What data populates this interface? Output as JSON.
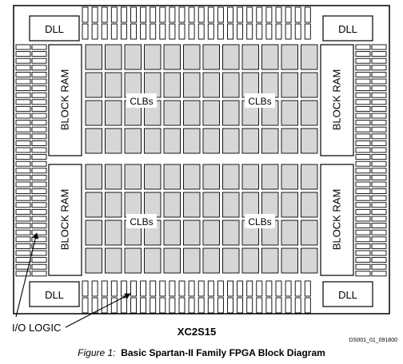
{
  "diagram": {
    "dll_label": "DLL",
    "block_ram_label": "BLOCK RAM",
    "clb_label": "CLBs",
    "io_logic_label": "I/O LOGIC",
    "device_label": "XC2S15",
    "doc_code": "DS001_01_091800"
  },
  "caption": {
    "figure_label": "Figure 1:",
    "title": "Basic Spartan-II Family FPGA Block Diagram"
  }
}
